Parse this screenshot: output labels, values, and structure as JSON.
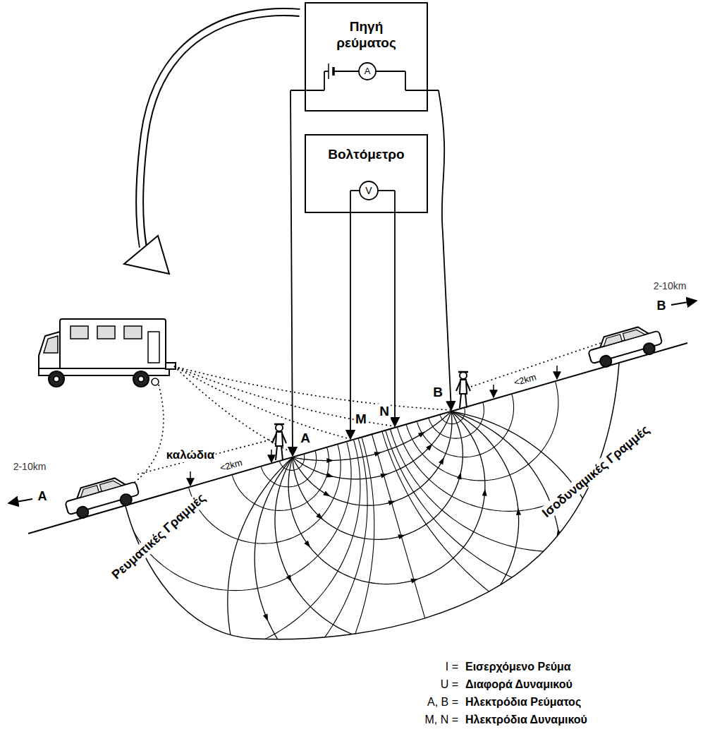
{
  "diagram": {
    "nodes": [
      {
        "text": [
          "Πηγή ρεύματος"
        ]
      },
      {
        "text": [
          "Βολτόμετρο"
        ]
      }
    ],
    "labels": [
      "A",
      "V",
      "καλώδια",
      "A",
      "M",
      "N",
      "B",
      "2-10km",
      "B",
      "<2km",
      "2-10km",
      "A",
      "<2km",
      "Ρευματικές Γραμμές",
      "Ισοδυναμικές Γραμμές",
      "I =",
      "Εισερχόμενο Ρεύμα",
      "U =",
      "Διαφορά Δυναμικού",
      "A, B =",
      "Ηλεκτρόδια Ρεύματος",
      "M, N =",
      "Ηλεκτρόδια Δυναμικού"
    ]
  }
}
